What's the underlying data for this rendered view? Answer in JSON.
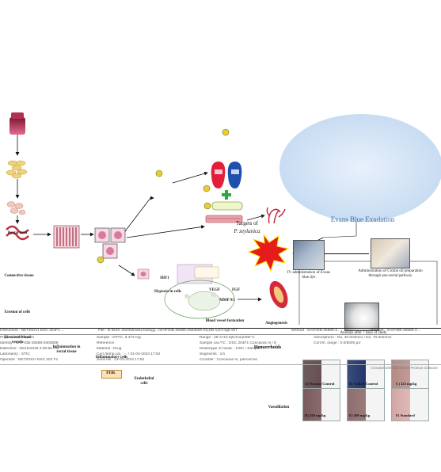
{
  "left_column": {
    "rectal_area": "Rectal area",
    "connective_tissue": "Connective tissue",
    "erosion": "Erosion of cells",
    "distained": "Distained blood vessels",
    "inflammation": "Inflammation in rectal tissue",
    "inflammatory_cells": "Inflammatory cells",
    "pi3k": "PI3K",
    "endothelial": "Endothelial cells"
  },
  "middle": {
    "hif1": "HIF1",
    "hypoxia": "Hypoxia in cells",
    "targets_line1": "Targets of",
    "targets_line2": "P. zeylanica",
    "vegf": "VEGF",
    "fgf": "FGF",
    "mmp": "MMP 9/1",
    "blood_vessel": "Blood vessel formation",
    "angiogenesis": "Angiogenesis",
    "hemorrhoids": "Hemorrhoids",
    "vasodilation": "Vasodilation"
  },
  "evans": {
    "title": "Evans Blue Exudation",
    "iv": "IV administration of Evans blue dye",
    "croton": "Administration of Croton oil preparation through ano-rectal pathway",
    "animals": "Animals after 7 days of study"
  },
  "results": [
    {
      "label": "A) Normal Control"
    },
    {
      "label": "B) Vehicle Control"
    },
    {
      "label": "C) 125 mg/kg"
    },
    {
      "label": "D) 250 mg/kg"
    },
    {
      "label": "E) 500 mg/kg"
    },
    {
      "label": "F) Standard"
    }
  ],
  "footer": {
    "r1": [
      "Instrument : NETZSCH DSC 204F1 ...",
      "File : D:\\DSC 2023\\Zinatul biology...\\SAIF/DB-26589-2503606-01(KB-1)\\ct-ngb-s07",
      "Method : SAIF/DB-26589-2...",
      "Remark : SAIF/DB-26589-2..."
    ],
    "r2": [
      "Project : SAIF Kochi",
      "Sample : KPTC, 6.473 mg",
      "Range : 25°C/10.0(K/min)/300°C",
      "Atmosphere : N2, 40.0ml/min / N2, 70.0ml/min"
    ],
    "r3": [
      "Identity : SAIF/DB-26589-2503606",
      "Reference :",
      "Sample car./TC : DSC 204F1 Concavus Al / E",
      "Corr/m. range : 0.0/5000 µV"
    ],
    "r4": [
      "Date/time : 05/15/2025 2:30:55 PM",
      "Material : Drug",
      "Mode/type of meas. : DSC / Sample",
      ""
    ],
    "r5": [
      "Laboratory : STIC",
      "Corr./temp.cal. : -- / 01-03-2023 17:52",
      "Segments : 1/1",
      ""
    ],
    "r6": [
      "Operator : NETZSCH DSC 204 F1",
      "Sens.file : 01-03-2023 17:52",
      "Crucible : Concavus Al, pierced lid",
      ""
    ],
    "credit": "Created with NETZSCH Proteus software"
  },
  "colors": {
    "hemorrhoid_star": "#e61b1b",
    "evans_bg": "#dce9f7",
    "evans_title": "#3c6ea8",
    "nanoparticle": "#e8cc3a"
  }
}
